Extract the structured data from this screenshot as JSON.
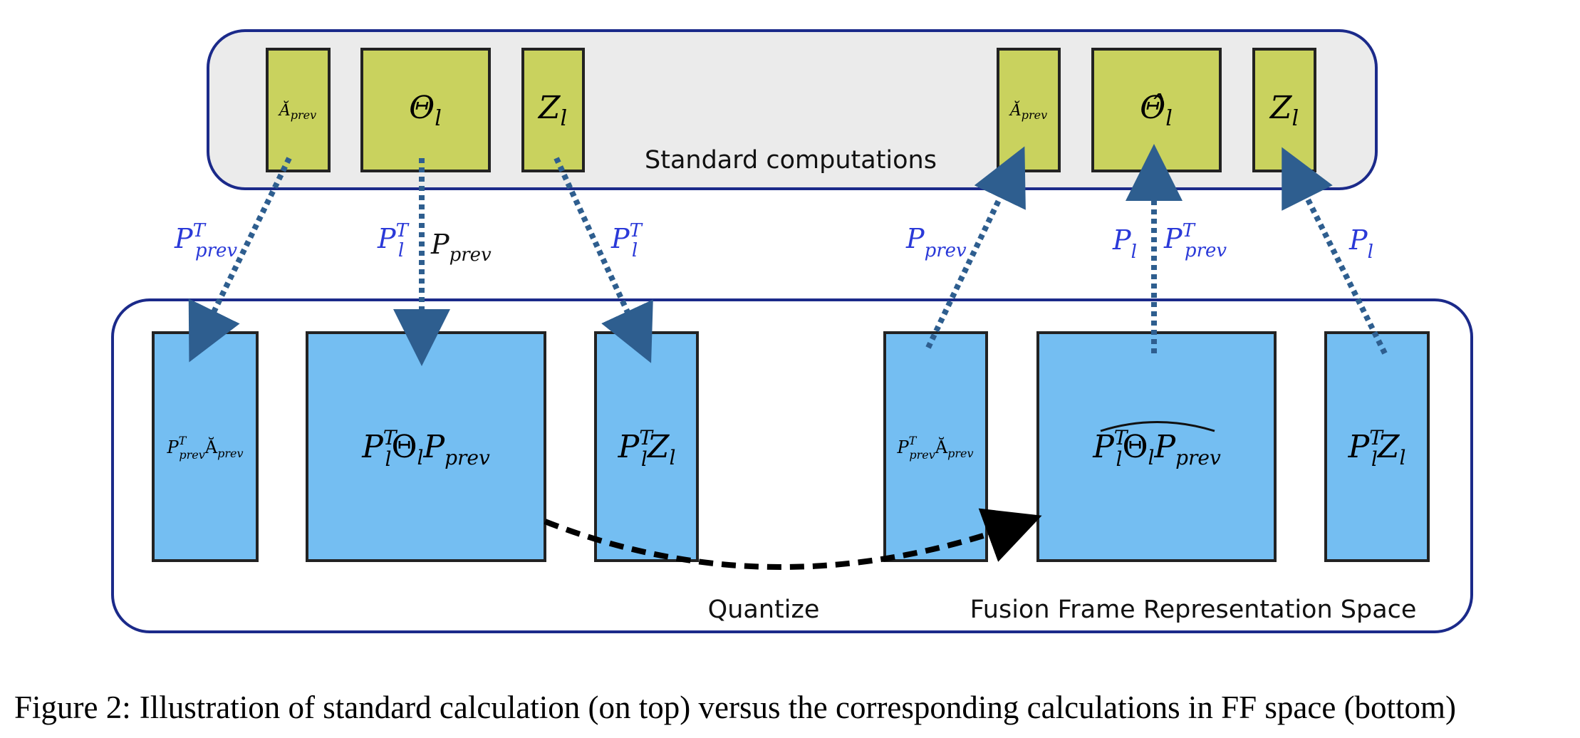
{
  "colors": {
    "panel_border": "#1b2a8a",
    "top_panel_fill": "#ebebeb",
    "top_box_fill": "#c9d25e",
    "bottom_box_fill": "#74bef2",
    "arrow_blue": "#2e5e8f",
    "label_blue": "#2a39d8",
    "black": "#000000"
  },
  "top_panel": {
    "label": "Standard computations",
    "boxes": [
      {
        "name": "a-prev",
        "base": "Ă",
        "sub": "prev"
      },
      {
        "name": "theta-l",
        "base": "Θ",
        "sub": "l"
      },
      {
        "name": "z-l",
        "base": "Z",
        "sub": "l"
      },
      {
        "name": "a-prev-2",
        "base": "Ă",
        "sub": "prev"
      },
      {
        "name": "theta-hat-l",
        "base": "Θ̂",
        "sub": "l"
      },
      {
        "name": "z-l-2",
        "base": "Z",
        "sub": "l"
      }
    ]
  },
  "bottom_panel": {
    "label": "Fusion Frame Representation Space",
    "quantize_label": "Quantize",
    "boxes": [
      {
        "name": "ptprev-a",
        "text": "P_prev^T Ă_prev"
      },
      {
        "name": "pt-theta-p",
        "text": "P_l^T Θ_l P_prev"
      },
      {
        "name": "pt-z",
        "text": "P_l^T Z_l"
      },
      {
        "name": "ptprev-a-2",
        "text": "P_prev^T Ă_prev"
      },
      {
        "name": "pt-theta-p-hat",
        "text": "P_l^T Θ_l P_prev (hat)"
      },
      {
        "name": "pt-z-2",
        "text": "P_l^T Z_l"
      }
    ]
  },
  "arrow_labels": {
    "a1": {
      "base": "P",
      "sup": "T",
      "sub": "prev"
    },
    "a2_left": {
      "base": "P",
      "sup": "T",
      "sub": "l"
    },
    "a2_right": {
      "base": "P",
      "sub": "prev"
    },
    "a3": {
      "base": "P",
      "sup": "T",
      "sub": "l"
    },
    "a4": {
      "base": "P",
      "sub": "prev"
    },
    "a5_left": {
      "base": "P",
      "sub": "l"
    },
    "a5_right": {
      "base": "P",
      "sup": "T",
      "sub": "prev"
    },
    "a6": {
      "base": "P",
      "sub": "l"
    }
  },
  "caption": {
    "prefix": "Figure 2:",
    "text": "Illustration of standard calculation (on top) versus the corresponding calculations in FF space (bottom)"
  }
}
